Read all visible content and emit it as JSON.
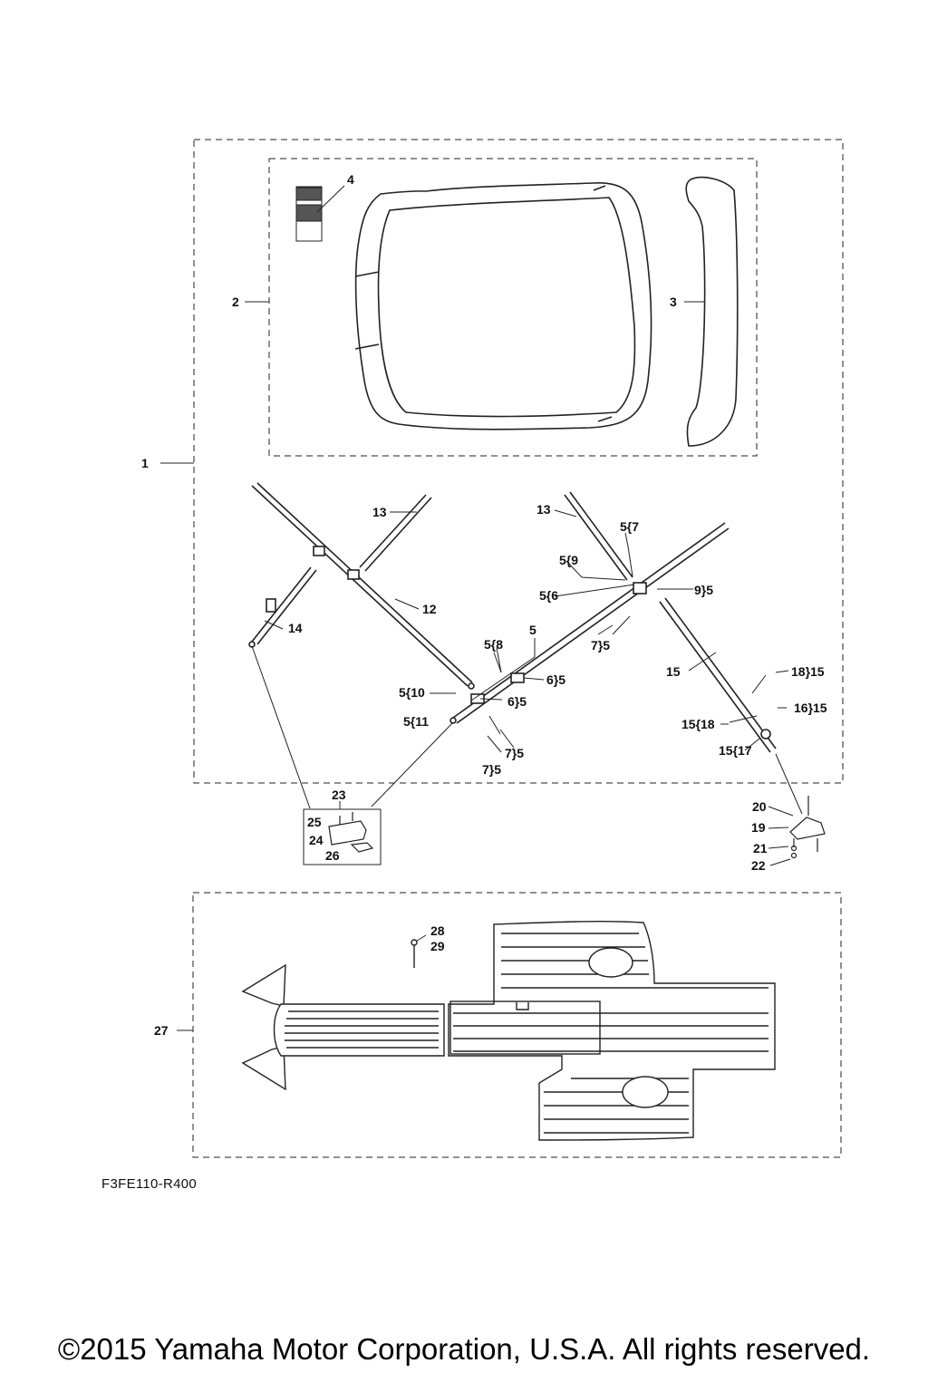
{
  "callouts": {
    "c1": "1",
    "c2": "2",
    "c3": "3",
    "c4": "4",
    "c5_main": "5",
    "c5_7": "5{7",
    "c5_9": "5{9",
    "c5_6": "5{6",
    "c9_5": "9}5",
    "c7_5_top": "7}5",
    "c5_8": "5{8",
    "c6_5_a": "6}5",
    "c5_10": "5{10",
    "c6_5_b": "6}5",
    "c5_11": "5{11",
    "c7_5_a": "7}5",
    "c7_5_b": "7}5",
    "c12": "12",
    "c13_left": "13",
    "c13_right": "13",
    "c14": "14",
    "c15": "15",
    "c18_15": "18}15",
    "c16_15": "16}15",
    "c15_18": "15{18",
    "c15_17": "15{17",
    "c19": "19",
    "c20": "20",
    "c21": "21",
    "c22": "22",
    "c23": "23",
    "c24": "24",
    "c25": "25",
    "c26": "26",
    "c27": "27",
    "c28": "28",
    "c29": "29"
  },
  "diagram_code": "F3FE110-R400",
  "copyright": "©2015 Yamaha Motor Corporation, U.S.A. All rights reserved."
}
